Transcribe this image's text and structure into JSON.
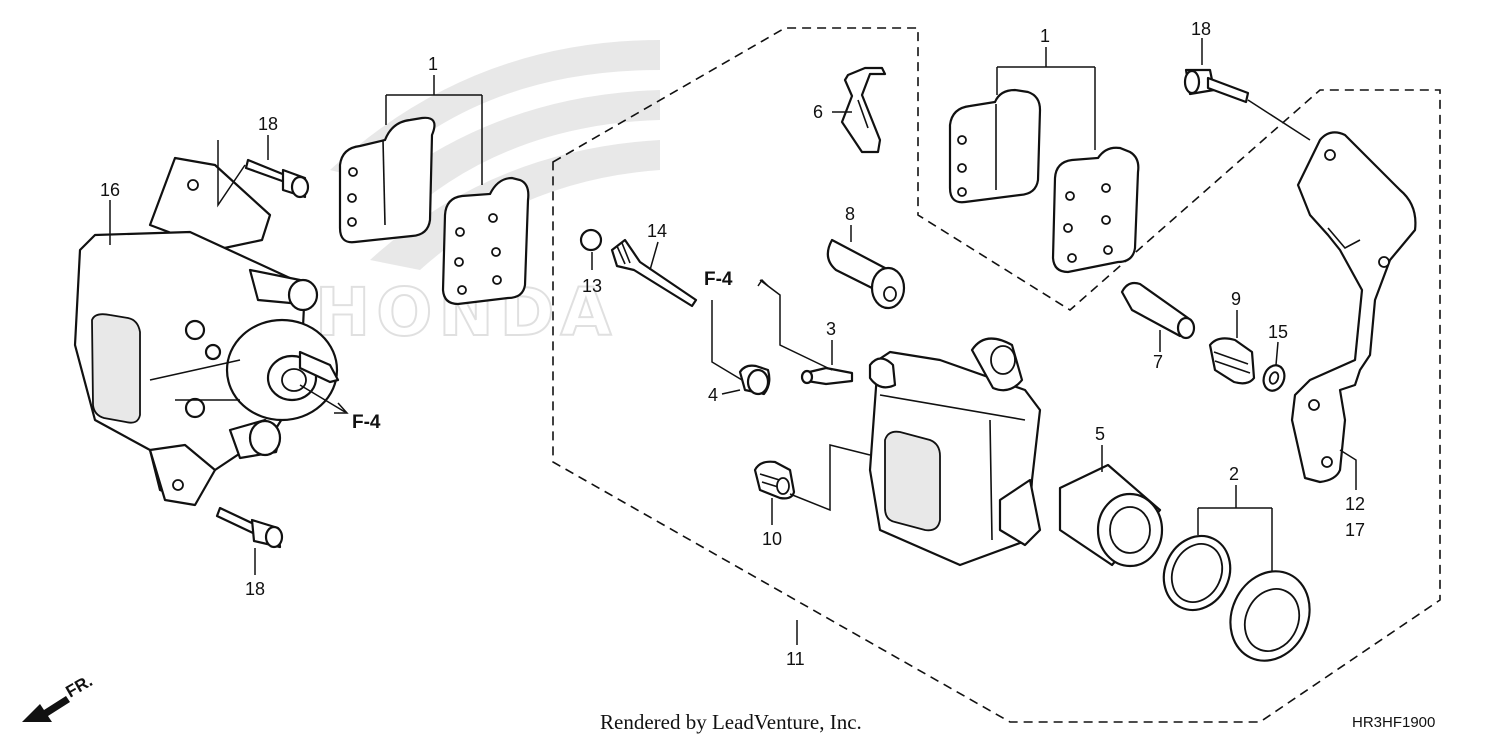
{
  "diagram": {
    "callouts": {
      "c1_left": "1",
      "c1_right": "1",
      "c2": "2",
      "c3": "3",
      "c4": "4",
      "c5": "5",
      "c6": "6",
      "c7": "7",
      "c8": "8",
      "c9": "9",
      "c10": "10",
      "c11": "11",
      "c12": "12",
      "c13": "13",
      "c14": "14",
      "c15": "15",
      "c16": "16",
      "c17": "17",
      "c18_top_left": "18",
      "c18_bottom_left": "18",
      "c18_top_right": "18"
    },
    "references": {
      "f4_left": "F-4",
      "f4_center": "F-4"
    },
    "direction_label": "FR.",
    "watermark": "HONDA",
    "footer_credit": "Rendered by LeadVenture, Inc.",
    "diagram_code": "HR3HF1900"
  }
}
